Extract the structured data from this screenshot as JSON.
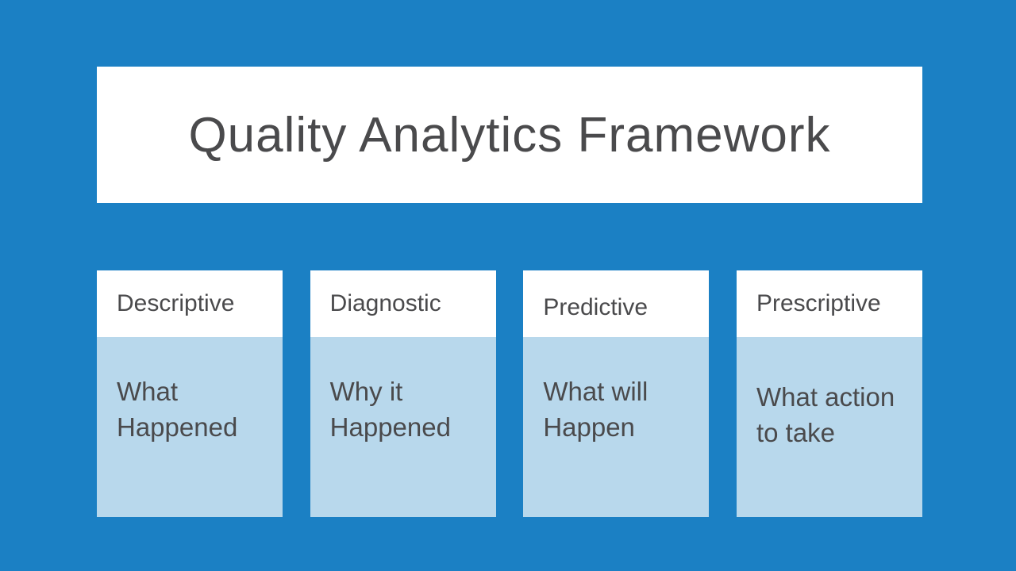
{
  "slide": {
    "title": "Quality Analytics Framework",
    "colors": {
      "background": "#1B80C4",
      "panel": "#FFFFFF",
      "column_body": "#B8D8EC",
      "text": "#4A4A4C"
    },
    "columns": [
      {
        "header": "Descriptive",
        "body": "What\nHappened"
      },
      {
        "header": "Diagnostic",
        "body": "Why it\nHappened"
      },
      {
        "header": "Predictive",
        "body": "What will\nHappen"
      },
      {
        "header": "Prescriptive",
        "body": "What action\nto take"
      }
    ]
  }
}
